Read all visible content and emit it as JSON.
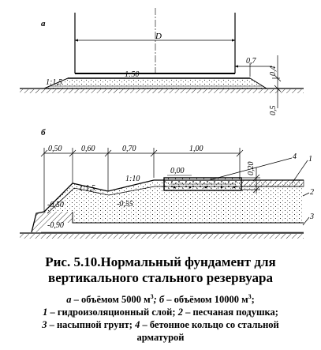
{
  "figure": {
    "panel_a": {
      "label": "а",
      "diameter": "D",
      "slope_left": "1:1,5",
      "slope_top": "1:50",
      "dims": {
        "d07": "0,7",
        "d04": "0,4",
        "d05": "0,5"
      }
    },
    "panel_b": {
      "label": "б",
      "top_dims": [
        "0,50",
        "0,60",
        "0,70",
        "1,00"
      ],
      "dim_020": "0,20",
      "level_000": "0,00",
      "slope_110": "1:10",
      "slope_115": "1:1,5",
      "level_050": "-0,50",
      "level_055": "-0,55",
      "level_090": "-0,90",
      "callouts": [
        "1",
        "2",
        "3",
        "4"
      ]
    }
  },
  "caption": {
    "title_line1": "Рис. 5.10.Нормальный фундамент для",
    "title_line2": "вертикального стального резервуара",
    "line3_a": "а",
    "line3_a_text": " – объёмом 5000 м",
    "line3_b": "; б",
    "line3_b_text": " – объёмом 10000 м",
    "line3_end": ";",
    "sup": "3",
    "line4_n1": "1",
    "line4_t1": " – гидроизоляционный слой; ",
    "line4_n2": "2",
    "line4_t2": " – песчаная подушка;",
    "line5_n3": "3",
    "line5_t3": " – насыпной грунт; ",
    "line5_n4": "4",
    "line5_t4": " – бетонное кольцо со стальной",
    "line6": "арматурой"
  }
}
